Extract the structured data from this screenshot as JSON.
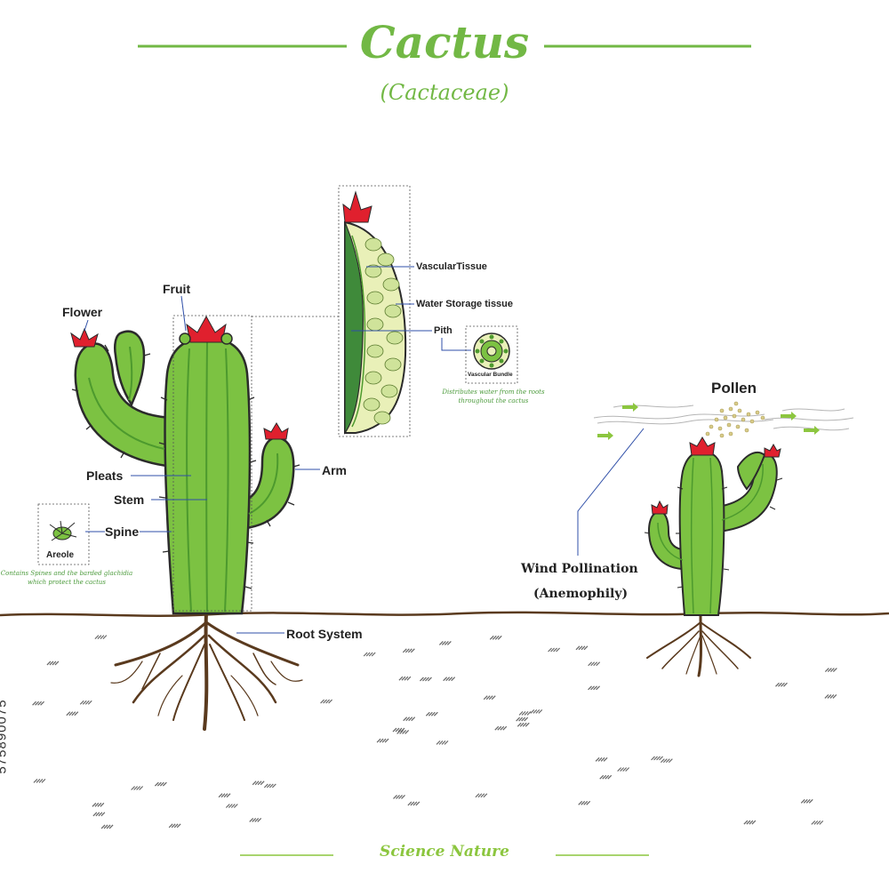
{
  "header": {
    "title": "Cactus",
    "subtitle": "(Cactaceae)"
  },
  "labels": {
    "flower": "Flower",
    "fruit": "Fruit",
    "pleats": "Pleats",
    "stem": "Stem",
    "spine": "Spine",
    "arm": "Arm",
    "root_system": "Root System",
    "areole": "Areole",
    "areole_note_1": "Contains Spines and the barded glachidia",
    "areole_note_2": "which protect the cactus",
    "vascular_tissue": "VascularTissue",
    "water_storage": "Water Storage tissue",
    "pith": "Pith",
    "vascular_bundle": "Vascular Bundle",
    "bundle_note_1": "Distributes water from the roots",
    "bundle_note_2": "throughout the cactus",
    "pollen": "Pollen",
    "wind_1": "Wind Pollination",
    "wind_2": "(Anemophily)"
  },
  "footer": "Science Nature",
  "stock_id": "575890075",
  "colors": {
    "title": "#72b845",
    "cactus": "#7cc242",
    "cactus_dark": "#4d9a2e",
    "flower": "#e0202e",
    "outline": "#2b2b2b",
    "root": "#5a3a1e",
    "leader": "#2f4fa8"
  }
}
